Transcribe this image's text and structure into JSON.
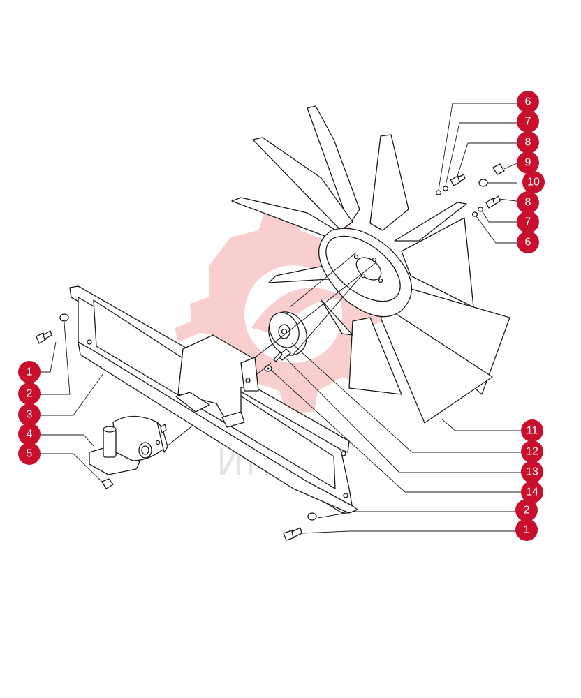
{
  "watermark": {
    "text": "ИНТЕХ",
    "gear_color": "#e8262b"
  },
  "callout_color": "#c8102e",
  "callouts": [
    {
      "id": "c-6a",
      "label": "6"
    },
    {
      "id": "c-7a",
      "label": "7"
    },
    {
      "id": "c-8a",
      "label": "8"
    },
    {
      "id": "c-9",
      "label": "9"
    },
    {
      "id": "c-10",
      "label": "10"
    },
    {
      "id": "c-8b",
      "label": "8"
    },
    {
      "id": "c-7b",
      "label": "7"
    },
    {
      "id": "c-6b",
      "label": "6"
    },
    {
      "id": "c-1a",
      "label": "1"
    },
    {
      "id": "c-2a",
      "label": "2"
    },
    {
      "id": "c-3",
      "label": "3"
    },
    {
      "id": "c-4",
      "label": "4"
    },
    {
      "id": "c-5",
      "label": "5"
    },
    {
      "id": "c-11",
      "label": "11"
    },
    {
      "id": "c-12",
      "label": "12"
    },
    {
      "id": "c-13",
      "label": "13"
    },
    {
      "id": "c-14",
      "label": "14"
    },
    {
      "id": "c-2b",
      "label": "2"
    },
    {
      "id": "c-1b",
      "label": "1"
    }
  ]
}
